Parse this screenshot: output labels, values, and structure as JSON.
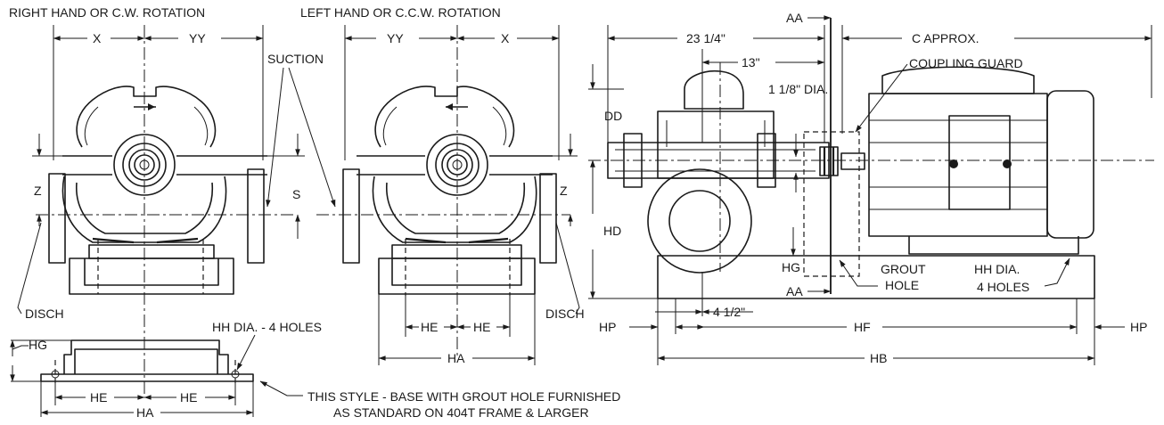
{
  "labels": {
    "rh_title": "RIGHT HAND OR C.W. ROTATION",
    "lh_title": "LEFT HAND OR C.C.W. ROTATION",
    "x": "X",
    "yy": "YY",
    "suction": "SUCTION",
    "z": "Z",
    "s": "S",
    "disch": "DISCH",
    "dd": "DD",
    "hd": "HD",
    "hg": "HG",
    "hp": "HP",
    "hf": "HF",
    "hb": "HB",
    "he": "HE",
    "ha": "HA",
    "aa": "AA",
    "c_approx": "C APPROX.",
    "dim_23": "23 1/4\"",
    "dim_13": "13\"",
    "dim_118": "1 1/8\" DIA.",
    "dim_412": "4 1/2\"",
    "coupling_guard": "COUPLING GUARD",
    "grout_hole_1": "GROUT",
    "grout_hole_2": "HOLE",
    "hh_dia_1": "HH DIA.",
    "hh_dia_2": "4 HOLES",
    "hh_dia_base": "HH DIA. - 4 HOLES",
    "note_1": "THIS STYLE - BASE WITH GROUT HOLE FURNISHED",
    "note_2": "AS STANDARD ON 404T FRAME & LARGER"
  }
}
